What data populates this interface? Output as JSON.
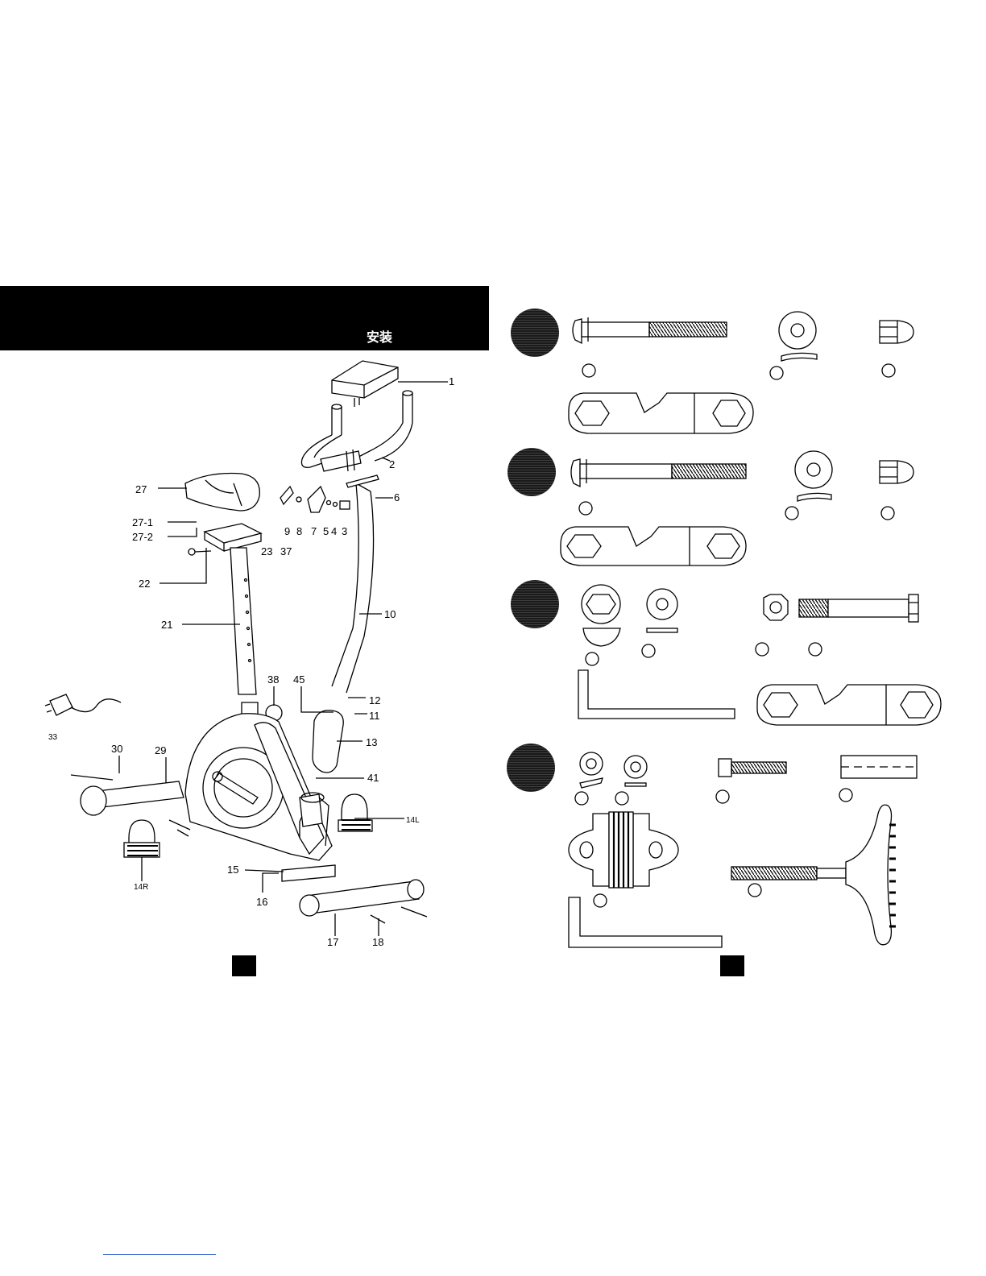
{
  "header": {
    "title": "安装",
    "band_color": "#000000"
  },
  "exploded_view": {
    "labels": {
      "p1": "1",
      "p2": "2",
      "p3": "3",
      "p4": "4",
      "p5": "5",
      "p6": "6",
      "p7": "7",
      "p8": "8",
      "p9": "9",
      "p10": "10",
      "p11": "11",
      "p12": "12",
      "p13": "13",
      "p14l": "14L",
      "p14r": "14R",
      "p15": "15",
      "p16": "16",
      "p17": "17",
      "p18": "18",
      "p21": "21",
      "p22": "22",
      "p23": "23",
      "p27": "27",
      "p27_1": "27-1",
      "p27_2": "27-2",
      "p29": "29",
      "p30": "30",
      "p33": "33",
      "p37": "37",
      "p38": "38",
      "p41": "41",
      "p45": "45"
    }
  },
  "hardware_steps": {
    "step_badge_color": "#222222"
  }
}
